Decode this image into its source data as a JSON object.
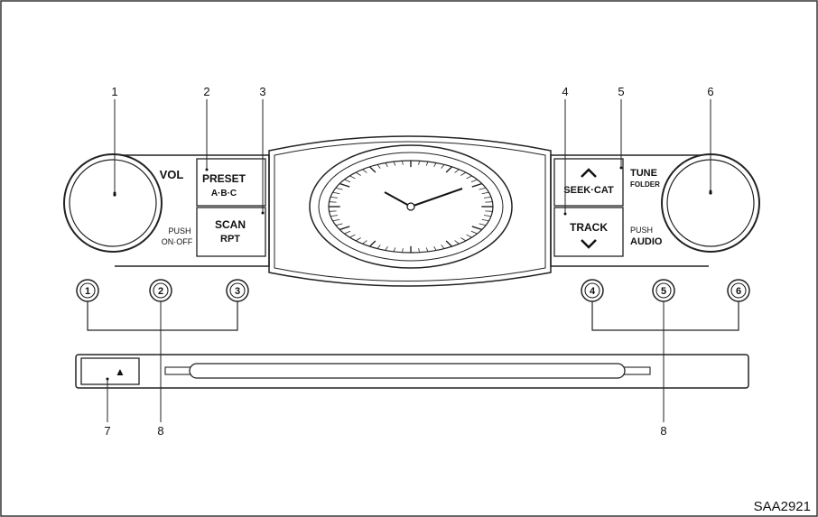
{
  "callouts": {
    "c1": "1",
    "c2": "2",
    "c3": "3",
    "c4": "4",
    "c5": "5",
    "c6": "6",
    "c7": "7",
    "c8a": "8",
    "c8b": "8"
  },
  "labels": {
    "vol": "VOL",
    "push_onoff_1": "PUSH",
    "push_onoff_2": "ON·OFF",
    "preset_1": "PRESET",
    "preset_2": "A·B·C",
    "scan_1": "SCAN",
    "scan_2": "RPT",
    "seek_cat": "SEEK·CAT",
    "track": "TRACK",
    "tune_1": "TUNE",
    "tune_2": "FOLDER",
    "push_audio_1": "PUSH",
    "push_audio_2": "AUDIO"
  },
  "presets": [
    "1",
    "2",
    "3",
    "4",
    "5",
    "6"
  ],
  "eject_symbol": "▲",
  "figure_code": "SAA2921",
  "icons": {
    "eject": "eject-icon",
    "seek_up": "chevron-up-icon",
    "track_down": "chevron-down-icon",
    "clock": "analog-clock-icon"
  }
}
